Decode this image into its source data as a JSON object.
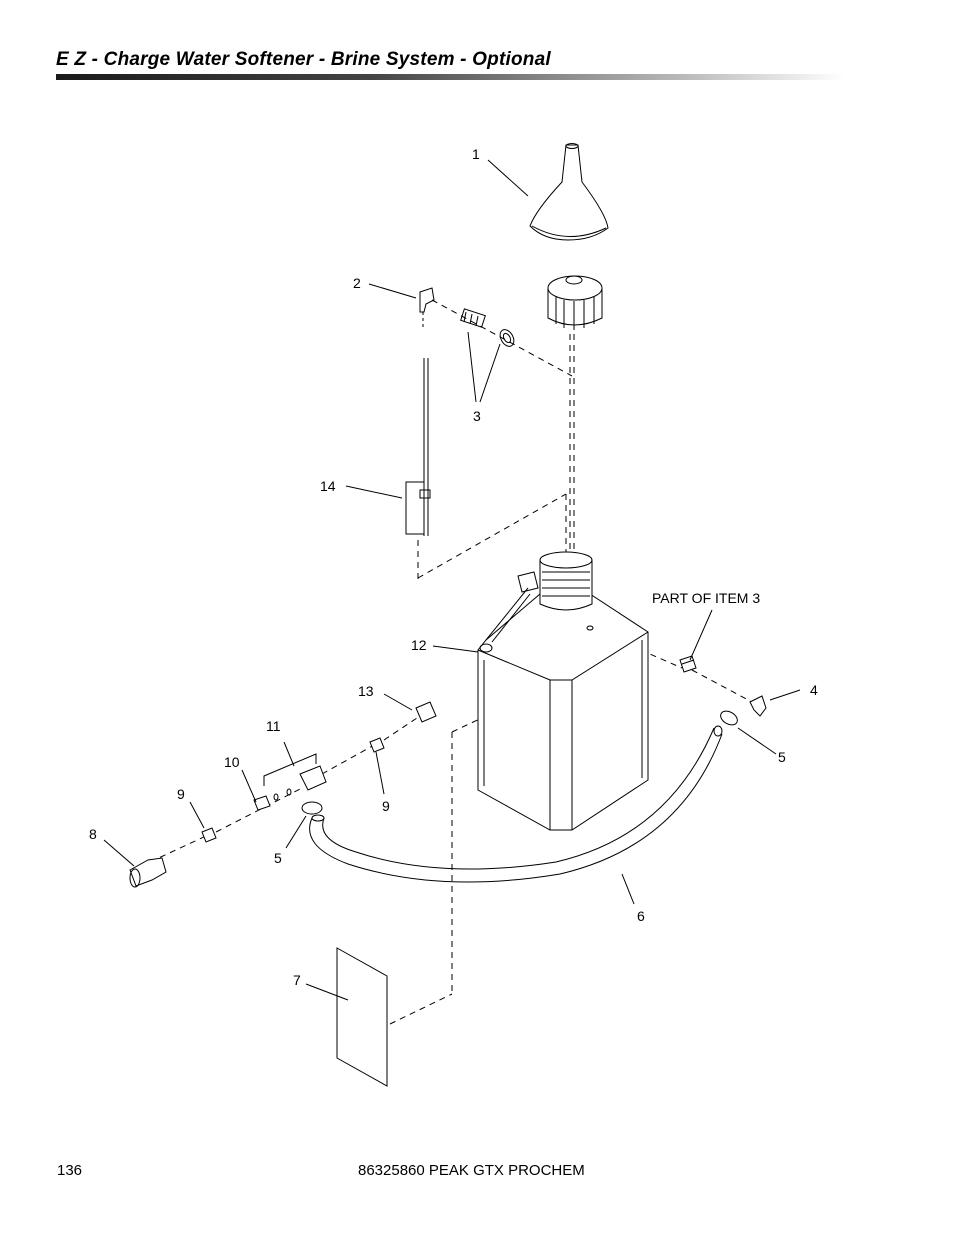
{
  "header": {
    "title": "E Z - Charge Water Softener  -  Brine System  -  Optional"
  },
  "diagram": {
    "callouts": {
      "c1": "1",
      "c2": "2",
      "c3": "3",
      "c14": "14",
      "part_of_item_3": "PART OF ITEM 3",
      "c12": "12",
      "c4": "4",
      "c13": "13",
      "c11": "11",
      "c10": "10",
      "c9a": "9",
      "c9b": "9",
      "c5a": "5",
      "c5b": "5",
      "c8": "8",
      "c6": "6",
      "c7": "7"
    }
  },
  "footer": {
    "page_number": "136",
    "doc_id": "86325860 PEAK GTX PROCHEM"
  }
}
